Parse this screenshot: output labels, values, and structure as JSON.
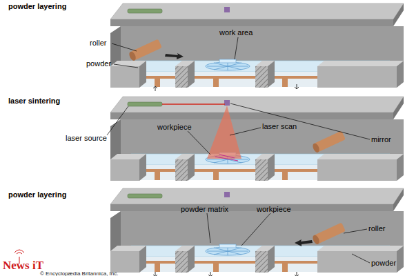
{
  "diagram": {
    "labels": [
      "powder layering",
      "roller",
      "powder",
      "work area",
      "laser sintering",
      "laser source",
      "workpiece",
      "laser scan",
      "mirror",
      "powder layering",
      "powder matrix",
      "workpiece",
      "roller",
      "powder",
      "News iT",
      "© Encyclopædia Britannica, Inc."
    ]
  }
}
